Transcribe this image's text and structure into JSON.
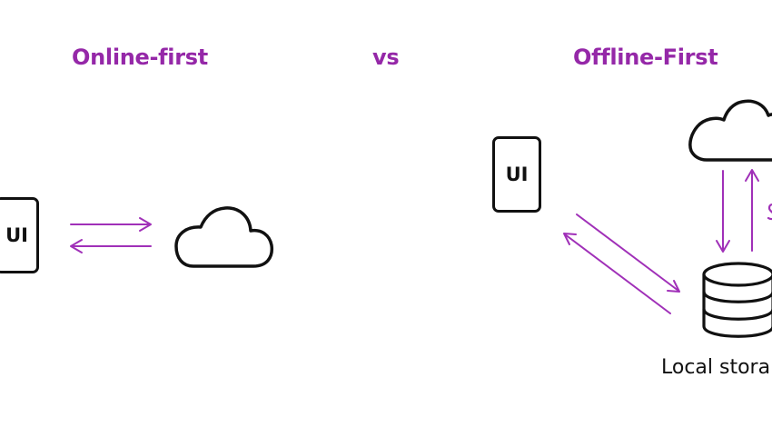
{
  "headings": {
    "online_first": "Online-first",
    "vs": "vs",
    "offline_first": "Offline-First"
  },
  "online_first": {
    "device_label": "UI"
  },
  "offline_first": {
    "device_label": "UI",
    "storage_label": "Local stora"
  },
  "colors": {
    "heading": "#9528a8",
    "arrow": "#a030b8",
    "outline": "#111111"
  },
  "icons": [
    "cloud-icon",
    "database-icon",
    "arrow-icon"
  ]
}
